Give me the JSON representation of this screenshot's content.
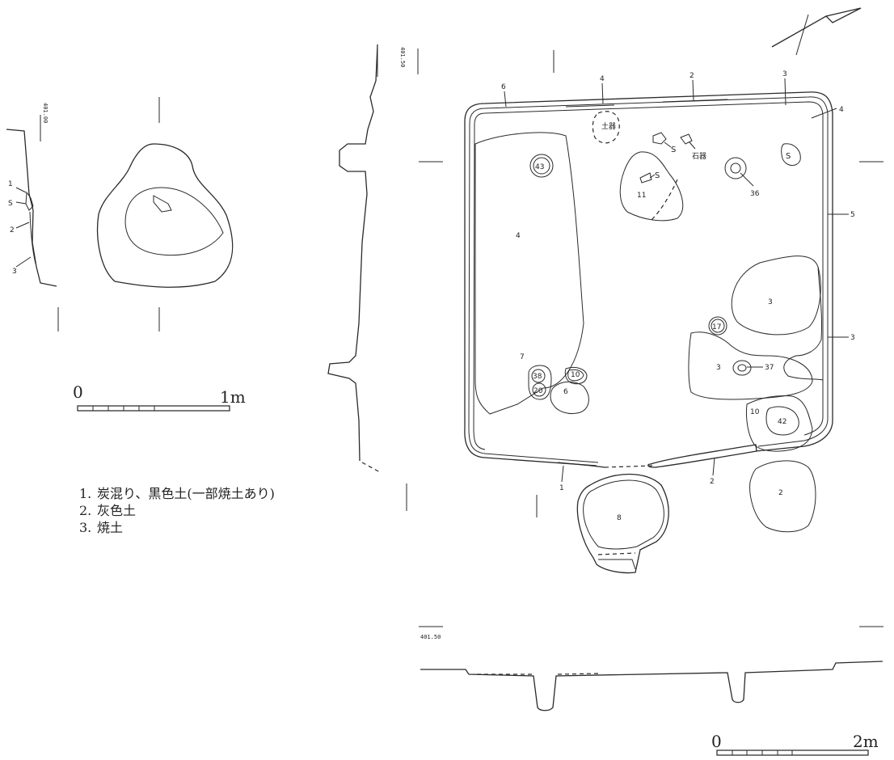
{
  "legend": {
    "items": [
      {
        "num": "1.",
        "text": "炭混り、黒色土(一部焼土あり)"
      },
      {
        "num": "2.",
        "text": "灰色土"
      },
      {
        "num": "3.",
        "text": "焼土"
      }
    ]
  },
  "small_plan": {
    "section_elevation": "401.00",
    "section_labels": [
      "1",
      "S",
      "2",
      "3"
    ],
    "scale": {
      "zero": "0",
      "end": "1m"
    }
  },
  "main_plan": {
    "side_section_elevation": "401.50",
    "bottom_section_elevation": "401.50",
    "layer_labels": {
      "l6": "6",
      "l4a": "4",
      "l2a": "2",
      "l3a": "3",
      "l4b": "4",
      "l5": "5",
      "l3b": "3",
      "l4c": "4",
      "l7": "7",
      "l1": "1",
      "l2b": "2"
    },
    "pit_labels": {
      "p43": "43",
      "p11": "11",
      "p36": "36",
      "p3a": "3",
      "p17": "17",
      "p3b": "3",
      "p37": "37",
      "p38": "38",
      "p20": "20",
      "p10a": "10",
      "p6": "6",
      "p10b": "10",
      "p42": "42",
      "p8": "8",
      "p2": "2"
    },
    "stone_labels": {
      "s1": "S",
      "s2": "S",
      "s3": "S"
    },
    "artifact_labels": {
      "stone_tool": "石器",
      "pottery": "土器"
    },
    "scale": {
      "zero": "0",
      "end": "2m"
    }
  }
}
